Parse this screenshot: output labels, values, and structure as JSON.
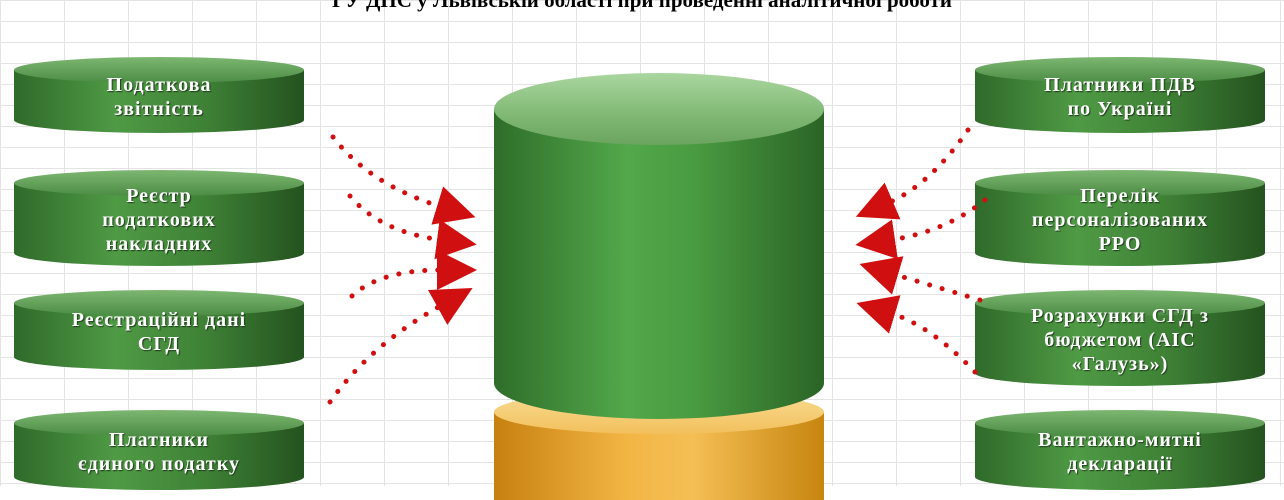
{
  "title": "ГУ ДПС у Львівській області при проведенні аналітичної роботи",
  "left_sources": [
    {
      "label": "Податкова\nзвітність"
    },
    {
      "label": "Реєстр\nподаткових\nнакладних"
    },
    {
      "label": "Реєстраційні дані\nСГД"
    },
    {
      "label": "Платники\nєдиного податку"
    }
  ],
  "right_sources": [
    {
      "label": "Платники ПДВ\nпо Україні"
    },
    {
      "label": "Перелік\nперсоналізованих\nРРО"
    },
    {
      "label": "Розрахунки СГД з\nбюджетом (АІС\n«Галузь»)"
    },
    {
      "label": "Вантажно-митні\nдекларації"
    }
  ],
  "colors": {
    "source_cylinder": "#3f8236",
    "central_store": "#4a9c41",
    "base_store": "#f2b544",
    "arrow": "#d01010"
  }
}
